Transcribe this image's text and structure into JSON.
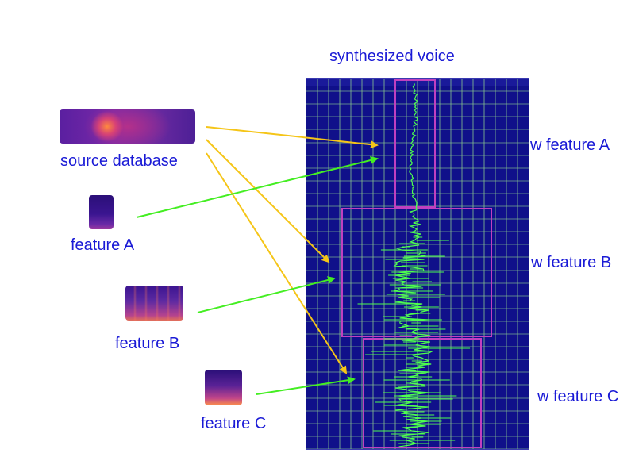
{
  "title": "synthesized voice",
  "source_label": "source database",
  "features": [
    {
      "label": "feature A",
      "output_label": "w feature A"
    },
    {
      "label": "feature B",
      "output_label": "w feature B"
    },
    {
      "label": "feature C",
      "output_label": "w feature C"
    }
  ],
  "colors": {
    "text": "#1a1ad6",
    "source_arrow": "#f5c518",
    "feature_arrow": "#44ee22",
    "spectrogram_bg": "#10108a",
    "grid": "#8fd08f",
    "trace": "#4dff4d",
    "region_box": "#c040c0"
  },
  "icons": [
    "source-spectrogram-thumbnail",
    "feature-spectrogram-thumbnail",
    "arrow"
  ]
}
